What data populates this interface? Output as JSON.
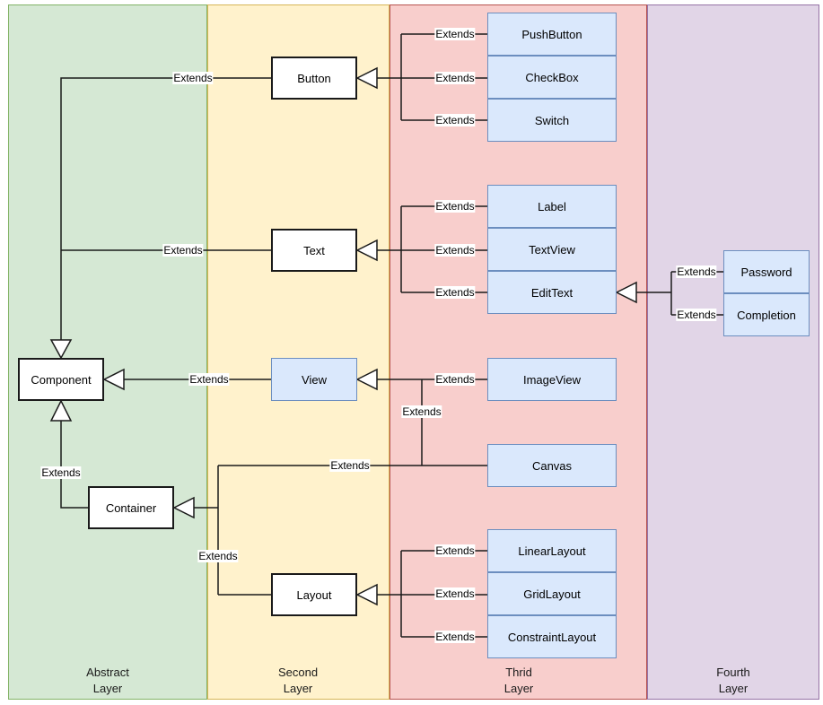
{
  "diagram": {
    "type": "class-inheritance-diagram",
    "edge_label_text": "Extends",
    "layers": [
      {
        "id": "abstract",
        "line1": "Abstract",
        "line2": "Layer",
        "fill": "#d5e8d4",
        "border": "#82b366"
      },
      {
        "id": "second",
        "line1": "Second",
        "line2": "Layer",
        "fill": "#fff2cc",
        "border": "#d6b656"
      },
      {
        "id": "third",
        "line1": "Thrid",
        "line2": "Layer",
        "fill": "#f8cecc",
        "border": "#b85450"
      },
      {
        "id": "fourth",
        "line1": "Fourth",
        "line2": "Layer",
        "fill": "#e1d5e7",
        "border": "#9673a6"
      }
    ],
    "nodes": [
      {
        "id": "component",
        "label": "Component",
        "style": "white",
        "layer": "abstract"
      },
      {
        "id": "container",
        "label": "Container",
        "style": "white",
        "layer": "abstract"
      },
      {
        "id": "button",
        "label": "Button",
        "style": "white",
        "layer": "second"
      },
      {
        "id": "text",
        "label": "Text",
        "style": "white",
        "layer": "second"
      },
      {
        "id": "view",
        "label": "View",
        "style": "blue",
        "layer": "second"
      },
      {
        "id": "layout",
        "label": "Layout",
        "style": "white",
        "layer": "second"
      },
      {
        "id": "pushbutton",
        "label": "PushButton",
        "style": "blue",
        "layer": "third"
      },
      {
        "id": "checkbox",
        "label": "CheckBox",
        "style": "blue",
        "layer": "third"
      },
      {
        "id": "switch",
        "label": "Switch",
        "style": "blue",
        "layer": "third"
      },
      {
        "id": "label",
        "label": "Label",
        "style": "blue",
        "layer": "third"
      },
      {
        "id": "textview",
        "label": "TextView",
        "style": "blue",
        "layer": "third"
      },
      {
        "id": "edittext",
        "label": "EditText",
        "style": "blue",
        "layer": "third"
      },
      {
        "id": "imageview",
        "label": "ImageView",
        "style": "blue",
        "layer": "third"
      },
      {
        "id": "canvas",
        "label": "Canvas",
        "style": "blue",
        "layer": "third"
      },
      {
        "id": "linearlayout",
        "label": "LinearLayout",
        "style": "blue",
        "layer": "third"
      },
      {
        "id": "gridlayout",
        "label": "GridLayout",
        "style": "blue",
        "layer": "third"
      },
      {
        "id": "constraintlayout",
        "label": "ConstraintLayout",
        "style": "blue",
        "layer": "third"
      },
      {
        "id": "password",
        "label": "Password",
        "style": "blue",
        "layer": "fourth"
      },
      {
        "id": "completion",
        "label": "Completion",
        "style": "blue",
        "layer": "fourth"
      }
    ],
    "edges": [
      {
        "from": "Button",
        "to": "Component",
        "label": "Extends"
      },
      {
        "from": "Text",
        "to": "Component",
        "label": "Extends"
      },
      {
        "from": "View",
        "to": "Component",
        "label": "Extends"
      },
      {
        "from": "Container",
        "to": "Component",
        "label": "Extends"
      },
      {
        "from": "PushButton",
        "to": "Button",
        "label": "Extends"
      },
      {
        "from": "CheckBox",
        "to": "Button",
        "label": "Extends"
      },
      {
        "from": "Switch",
        "to": "Button",
        "label": "Extends"
      },
      {
        "from": "Label",
        "to": "Text",
        "label": "Extends"
      },
      {
        "from": "TextView",
        "to": "Text",
        "label": "Extends"
      },
      {
        "from": "EditText",
        "to": "Text",
        "label": "Extends"
      },
      {
        "from": "ImageView",
        "to": "View",
        "label": "Extends"
      },
      {
        "from": "Canvas",
        "to": "View",
        "label": "Extends"
      },
      {
        "from": "Canvas",
        "to": "Container",
        "label": "Extends"
      },
      {
        "from": "Layout",
        "to": "Container",
        "label": "Extends"
      },
      {
        "from": "LinearLayout",
        "to": "Layout",
        "label": "Extends"
      },
      {
        "from": "GridLayout",
        "to": "Layout",
        "label": "Extends"
      },
      {
        "from": "ConstraintLayout",
        "to": "Layout",
        "label": "Extends"
      },
      {
        "from": "Password",
        "to": "EditText",
        "label": "Extends"
      },
      {
        "from": "Completion",
        "to": "EditText",
        "label": "Extends"
      }
    ],
    "colors": {
      "node_blue_fill": "#dae8fc",
      "node_blue_border": "#6c8ebf",
      "node_white_fill": "#ffffff",
      "node_white_border": "#1a1a1a",
      "line": "#1a1a1a",
      "edge_label_bg": "#ffffff"
    }
  }
}
